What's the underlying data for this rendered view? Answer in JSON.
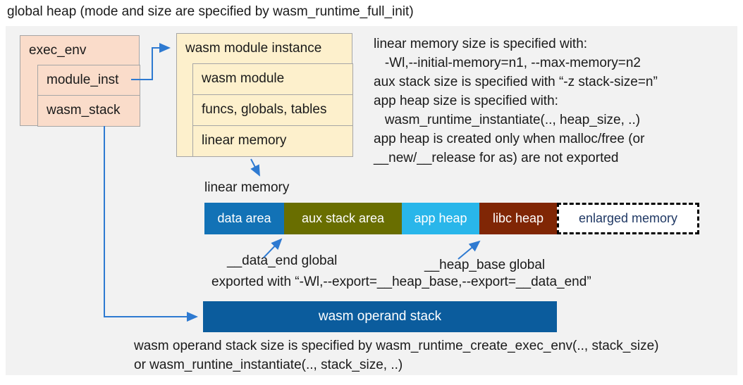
{
  "title": "global heap (mode and size are specified by wasm_runtime_full_init)",
  "exec_env_box": {
    "header": "exec_env",
    "rows": [
      "module_inst",
      "wasm_stack"
    ]
  },
  "module_instance_box": {
    "header": "wasm module instance",
    "rows": [
      "wasm module",
      "funcs, globals, tables",
      "linear memory"
    ]
  },
  "info_block": {
    "lines": [
      "linear memory size is specified with:",
      "   -Wl,--initial-memory=n1, --max-memory=n2",
      "aux stack size is specified with “-z stack-size=n”",
      "app heap size is specified with:",
      "   wasm_runtime_instantiate(.., heap_size, ..)",
      "app heap is created only when malloc/free (or",
      "__new/__release for as) are not exported"
    ]
  },
  "linear_memory": {
    "label": "linear memory",
    "segments": [
      {
        "label": "data area",
        "color": "#1272b6"
      },
      {
        "label": "aux stack area",
        "color": "#696e00"
      },
      {
        "label": "app heap",
        "color": "#29b6ea"
      },
      {
        "label": "libc heap",
        "color": "#802605"
      },
      {
        "label": "enlarged memory",
        "color": "#ffffff",
        "text_color": "#1f3864",
        "border": "dashed"
      }
    ],
    "data_end_label": "__data_end global",
    "heap_base_label": "__heap_base global",
    "exported_label": "exported with “-Wl,--export=__heap_base,--export=__data_end”"
  },
  "operand_stack": {
    "label": "wasm operand stack",
    "note_lines": [
      "wasm operand stack size is specified by wasm_runtime_create_exec_env(.., stack_size)",
      "or wasm_runtine_instantiate(.., stack_size, ..)"
    ]
  },
  "colors": {
    "panel_background": "#f2f2f2",
    "struct_box_pink": "#fadcca",
    "struct_box_cream": "#fdf0cc",
    "arrow_blue": "#2e7ad1",
    "operand_stack_blue": "#0b5c9d",
    "enlarged_memory_text": "#1f3864"
  }
}
